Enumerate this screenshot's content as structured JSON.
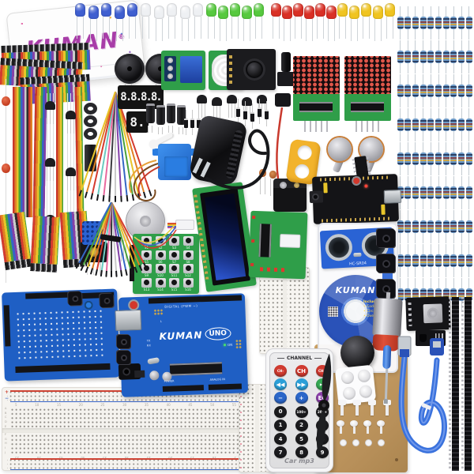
{
  "scene": {
    "description": "Kuman electronics starter kit for Arduino UNO - flat lay product photo of all included components on white background",
    "background": "#ffffff"
  },
  "brand": {
    "name": "KUMAN",
    "reg": "®",
    "logo_color": "#a83da8"
  },
  "colors": {
    "pcb_green": "#2f9e49",
    "arduino_blue": "#1f5fc4",
    "kit_blue": "#2a63d4",
    "mdf_tan": "#c49a62",
    "cd_blue": "#2a52b8",
    "servo_blue": "#2a7de1"
  },
  "leds": {
    "groups": [
      {
        "color_name": "blue",
        "hex": "#3f5fd0",
        "count": 5,
        "spacing": 16.5
      },
      {
        "color_name": "white",
        "hex": "#eef0f3",
        "count": 5,
        "spacing": 16.5
      },
      {
        "color_name": "green",
        "hex": "#57c93f",
        "count": 5,
        "spacing": 15
      },
      {
        "color_name": "red",
        "hex": "#d93025",
        "count": 6,
        "spacing": 14
      },
      {
        "color_name": "yellow",
        "hex": "#f0c420",
        "count": 5,
        "spacing": 15
      }
    ]
  },
  "resistors": {
    "rows": 9,
    "per_row": 10,
    "body_color": "#6f9cc9"
  },
  "matrix": {
    "rows": 8,
    "cols": 8,
    "dot_color": "#e0564a",
    "modules": 2
  },
  "displays": {
    "four_digit": "8.8.8.8.",
    "one_digit": "8."
  },
  "uno_board": {
    "brand": "KUMAN",
    "model": "UNO",
    "digital_label": "DIGITAL (PWM ~)",
    "power_label": "POWER",
    "analog_label": "ANALOG IN",
    "on_label": "ON",
    "tx": "TX",
    "rx": "RX",
    "l": "L"
  },
  "remote": {
    "header": "CHANNEL",
    "footer": "Car mp3",
    "buttons": [
      {
        "label": "CH-",
        "color": "#d03a30"
      },
      {
        "label": "CH",
        "color": "#d03a30"
      },
      {
        "label": "CH+",
        "color": "#d03a30"
      },
      {
        "label": "◀◀",
        "color": "#2b9fd8"
      },
      {
        "label": "▶▶",
        "color": "#2b9fd8"
      },
      {
        "label": "▶||",
        "color": "#35a853"
      },
      {
        "label": "−",
        "color": "#2b66c9"
      },
      {
        "label": "+",
        "color": "#2b66c9"
      },
      {
        "label": "EQ",
        "color": "#8a3fa8"
      },
      {
        "label": "0",
        "color": "#1b1b1e"
      },
      {
        "label": "100+",
        "color": "#1b1b1e"
      },
      {
        "label": "200+",
        "color": "#1b1b1e"
      },
      {
        "label": "1",
        "color": "#1b1b1e"
      },
      {
        "label": "2",
        "color": "#1b1b1e"
      },
      {
        "label": "3",
        "color": "#1b1b1e"
      },
      {
        "label": "4",
        "color": "#1b1b1e"
      },
      {
        "label": "5",
        "color": "#1b1b1e"
      },
      {
        "label": "6",
        "color": "#1b1b1e"
      },
      {
        "label": "7",
        "color": "#1b1b1e"
      },
      {
        "label": "8",
        "color": "#1b1b1e"
      },
      {
        "label": "9",
        "color": "#1b1b1e"
      }
    ]
  },
  "keypad": {
    "labels": [
      "S1",
      "S2",
      "S3",
      "S4",
      "S5",
      "S6",
      "S7",
      "S8",
      "S9",
      "S10",
      "S11",
      "S12",
      "S13",
      "S14",
      "S15",
      "S16"
    ]
  },
  "cd": {
    "brand": "KUMAN",
    "includes_title": "Includes",
    "includes": [
      "• Code",
      "• Circuit",
      "• Overview"
    ]
  },
  "ultrasonic": {
    "label": "HC-SR04"
  },
  "breadboard": {
    "plus": "+",
    "minus": "−",
    "column_numbers": [
      5,
      10,
      15,
      20,
      25,
      30,
      35,
      40,
      45,
      50,
      55
    ],
    "row_letters_top": [
      "A",
      "B",
      "C",
      "D",
      "E"
    ],
    "row_letters_bottom": [
      "F",
      "G",
      "H",
      "I",
      "J"
    ]
  },
  "wire_colors": [
    "#d43b2f",
    "#e07f23",
    "#e8c52a",
    "#4aa23c",
    "#3566c4",
    "#8441a8",
    "#c9c9c9",
    "#3b3b3f",
    "#e8699e",
    "#6ac9c0"
  ],
  "part_counts": {
    "transistor_row": 5,
    "electrolytic_caps": 4,
    "diodes_a": 4,
    "diodes_b": 5,
    "toroids": 3,
    "red_disc_caps": 3,
    "tact_buttons": 3,
    "buzzers": 2,
    "potentiometers": 2,
    "matrix_modules": 2,
    "photoresistors": 2
  },
  "hardware": {
    "feet": 4,
    "standoffs": 4,
    "screws": 4,
    "nuts": 4
  },
  "visible_components": [
    "kuman-storage-box",
    "led-assortment",
    "resistor-assortment",
    "jumper-wire-ribbons",
    "dupont-wire-bundles",
    "buzzers",
    "4-digit-7-segment-display",
    "1-digit-7-segment-display",
    "relay-module",
    "pir-motion-sensor",
    "joystick-module",
    "dc-power-jack",
    "led-matrix-modules",
    "transistors",
    "electrolytic-capacitors",
    "diodes",
    "disc-capacitors",
    "toroid-rings",
    "sg90-servo",
    "power-adapter",
    "9v-battery",
    "battery-clip",
    "yellow-bracket",
    "potentiometers",
    "ic-chip",
    "mb102-power-supply-module",
    "dht11-sensor",
    "sound-sensor-module",
    "28byj-stepper-motor",
    "jst-connector",
    "4x4-button-keypad",
    "rgb-led",
    "lcd1602-display",
    "uln2003-driver-board",
    "component-storage-box",
    "hc-sr04-ultrasonic-sensor",
    "kuman-cd",
    "tactile-buttons",
    "dc-motor",
    "rotary-encoder-module",
    "ir-receiver-module",
    "pin-header-strips",
    "prototype-shield",
    "kuman-uno-board",
    "830-point-breadboard",
    "mini-breadboards",
    "ir-remote-control",
    "mdf-board",
    "joystick-cap",
    "propeller",
    "rubber-feet",
    "screw-set",
    "screwdriver",
    "usb-cable",
    "photoresistors"
  ]
}
